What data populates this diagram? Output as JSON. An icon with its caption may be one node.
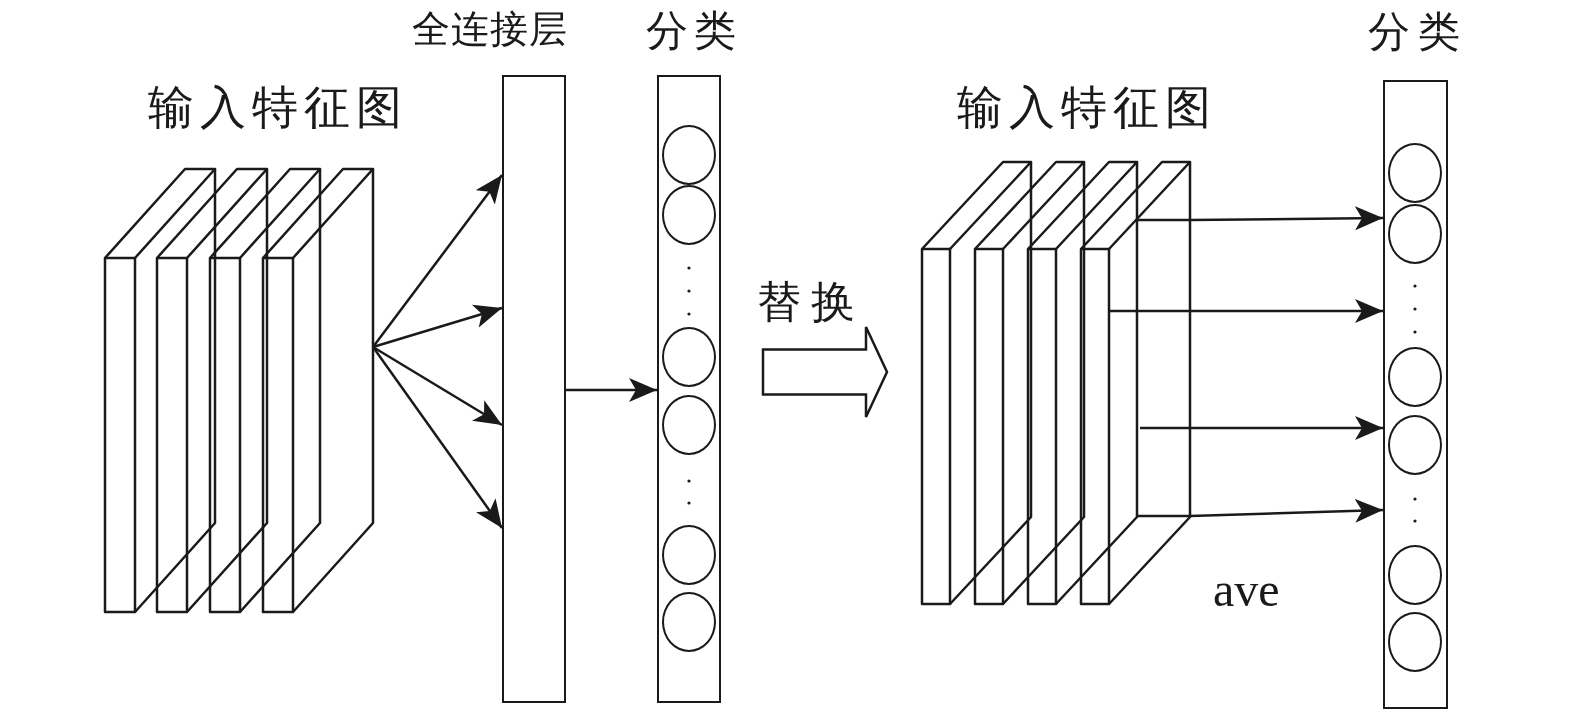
{
  "diagram": {
    "nodes": [
      {
        "text": [],
        "shape": "box",
        "beside": [
          "输入特征图"
        ]
      },
      {
        "text": [],
        "shape": "bar",
        "beside": [
          "全连接层"
        ]
      },
      {
        "text": [],
        "shape": "bar",
        "beside": [
          "分类"
        ]
      },
      {
        "text": [],
        "shape": "circle",
        "in": 2
      },
      {
        "text": [],
        "shape": "circle",
        "in": 2
      },
      {
        "text": [],
        "shape": "circle",
        "in": 2
      },
      {
        "text": [],
        "shape": "circle",
        "in": 2
      },
      {
        "text": [],
        "shape": "circle",
        "in": 2
      },
      {
        "text": [],
        "shape": "circle",
        "in": 2
      },
      {
        "text": [],
        "shape": "box",
        "beside": [
          "输入特征图"
        ]
      },
      {
        "text": [],
        "shape": "bar",
        "beside": [
          "分类"
        ]
      },
      {
        "text": [],
        "shape": "circle",
        "in": 10
      },
      {
        "text": [],
        "shape": "circle",
        "in": 10
      },
      {
        "text": [],
        "shape": "circle",
        "in": 10
      },
      {
        "text": [],
        "shape": "circle",
        "in": 10
      },
      {
        "text": [],
        "shape": "circle",
        "in": 10
      },
      {
        "text": [],
        "shape": "circle",
        "in": 10
      }
    ],
    "edges": [
      {
        "from": 0,
        "to": 1,
        "arrow": "to"
      },
      {
        "from": 0,
        "to": 1,
        "arrow": "to"
      },
      {
        "from": 0,
        "to": 1,
        "arrow": "to"
      },
      {
        "from": 0,
        "to": 1,
        "arrow": "to"
      },
      {
        "from": 1,
        "to": 2,
        "arrow": "to"
      },
      {
        "from": 2,
        "to": 9,
        "arrow": "to",
        "label": "替换",
        "style": "thick"
      },
      {
        "from": 9,
        "to": 10,
        "arrow": "to"
      },
      {
        "from": 9,
        "to": 10,
        "arrow": "to"
      },
      {
        "from": 9,
        "to": 10,
        "arrow": "to"
      },
      {
        "from": 9,
        "to": 10,
        "arrow": "to"
      }
    ],
    "labels": [
      "ave"
    ]
  }
}
